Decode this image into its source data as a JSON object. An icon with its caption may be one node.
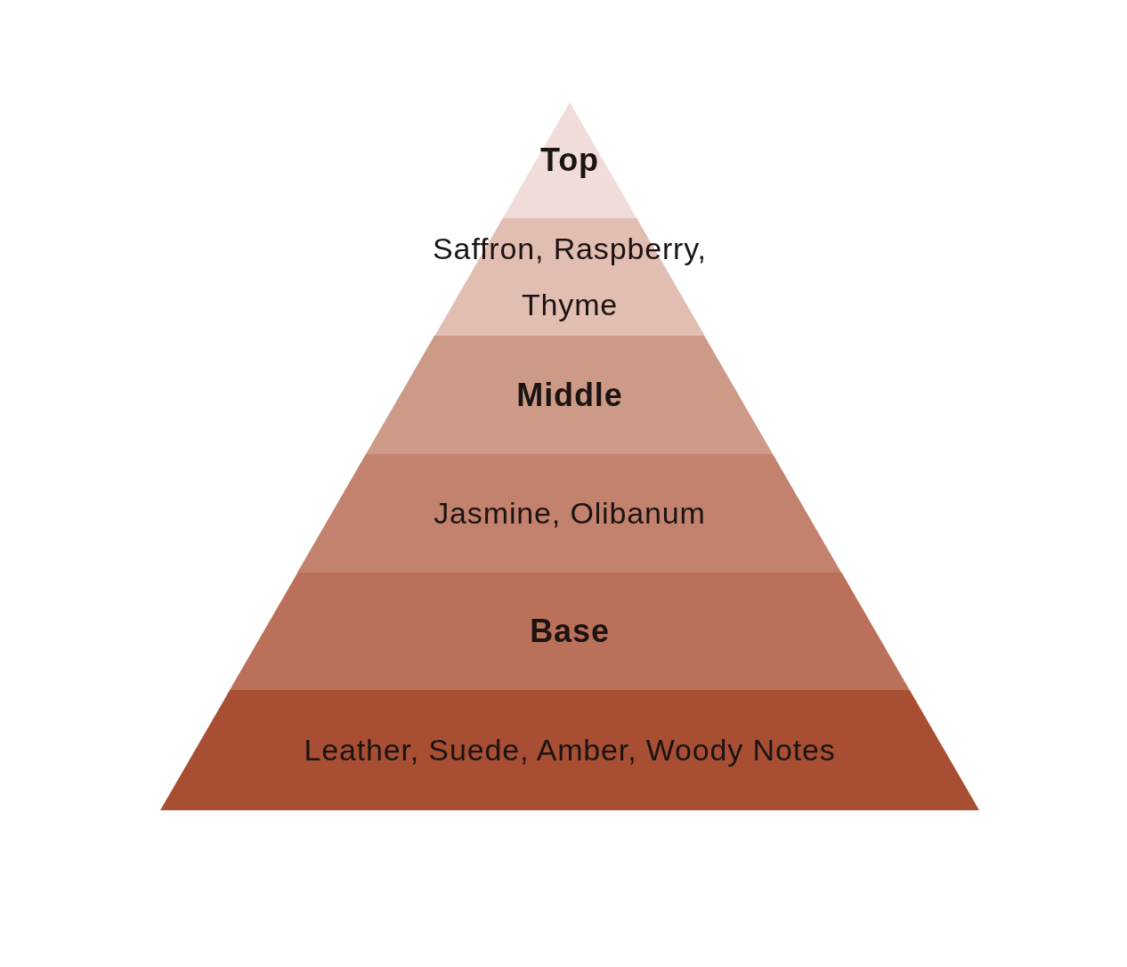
{
  "diagram": {
    "nodes": [
      {
        "text": [
          "Top"
        ]
      },
      {
        "text": [
          "Saffron, Raspberry, Thyme"
        ]
      },
      {
        "text": [
          "Middle"
        ]
      },
      {
        "text": [
          "Jasmine, Olibanum"
        ]
      },
      {
        "text": [
          "Base"
        ]
      },
      {
        "text": [
          "Leather, Suede, Amber, Woody Notes"
        ]
      }
    ]
  }
}
